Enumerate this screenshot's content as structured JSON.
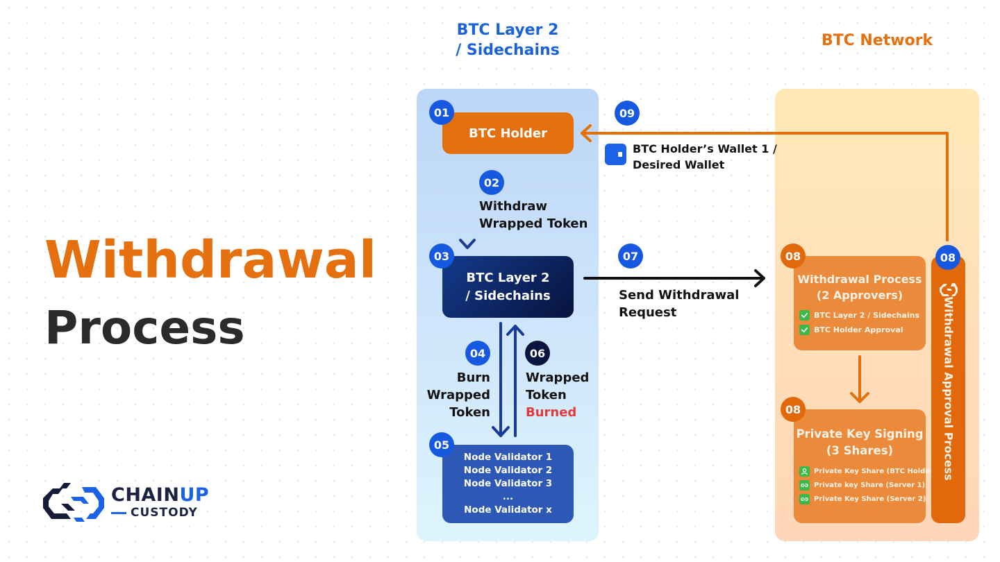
{
  "title": {
    "line1": "Withdrawal",
    "line2": "Process"
  },
  "logo": {
    "name_part1": "CHAIN",
    "name_part2": "UP",
    "subtitle": "CUSTODY"
  },
  "columns": {
    "left_header_line1": "BTC Layer 2",
    "left_header_line2": "/ Sidechains",
    "right_header": "BTC Network"
  },
  "steps": {
    "s01": {
      "badge": "01",
      "label": "BTC Holder"
    },
    "s02": {
      "badge": "02",
      "label_line1": "Withdraw",
      "label_line2": "Wrapped Token"
    },
    "s03": {
      "badge": "03",
      "label_line1": "BTC Layer 2",
      "label_line2": "/ Sidechains"
    },
    "s04": {
      "badge": "04",
      "label_line1": "Burn",
      "label_line2": "Wrapped",
      "label_line3": "Token"
    },
    "s05": {
      "badge": "05",
      "validators": [
        "Node Validator 1",
        "Node Validator 2",
        "Node Validator 3",
        "...",
        "Node Validator x"
      ]
    },
    "s06": {
      "badge": "06",
      "label_line1": "Wrapped",
      "label_line2": "Token",
      "label_line3": "Burned"
    },
    "s07": {
      "badge": "07",
      "label_line1": "Send Withdrawal",
      "label_line2": "Request"
    },
    "s08_approval": {
      "badge": "08",
      "title_line1": "Withdrawal Process",
      "title_line2": "(2 Approvers)",
      "items": [
        {
          "icon": "check-icon",
          "text": "BTC Layer 2 / Sidechains"
        },
        {
          "icon": "check-icon",
          "text": "BTC Holder Approval"
        }
      ]
    },
    "s08_signing": {
      "badge": "08",
      "title_line1": "Private Key Signing",
      "title_line2": "(3 Shares)",
      "items": [
        {
          "icon": "user-icon",
          "text": "Private Key Share (BTC Holder)"
        },
        {
          "icon": "link-icon",
          "text": "Private key Share (Server 1)"
        },
        {
          "icon": "link-icon",
          "text": "Private Key Share (Server 2)"
        }
      ]
    },
    "s08_bar": {
      "badge": "08",
      "label": "Withdrawal Approval Process"
    },
    "s09": {
      "badge": "09",
      "label_line1": "BTC Holder’s Wallet 1 /",
      "label_line2": "Desired Wallet"
    }
  },
  "colors": {
    "orange": "#e4700d",
    "blue": "#1758e0",
    "navy": "#07133d",
    "red": "#e03a3a",
    "green": "#3cb84a"
  }
}
